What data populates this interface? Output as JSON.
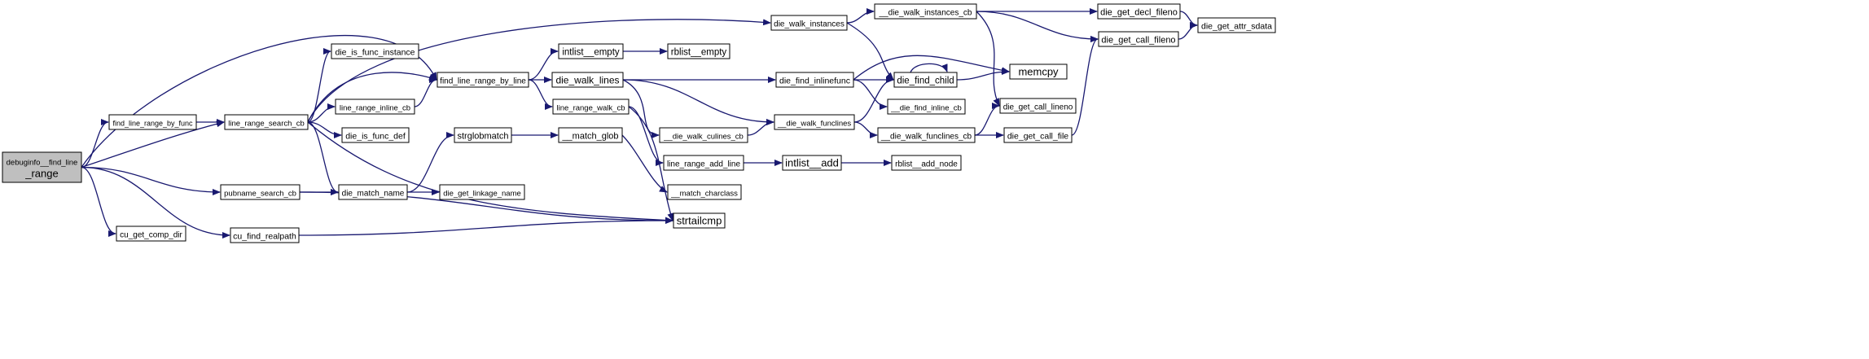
{
  "diagram": {
    "title": "",
    "colors": {
      "edge": "#191970",
      "root_fill": "#bfbfbf",
      "node_fill": "#ffffff",
      "border": "#000000"
    },
    "nodes": [
      {
        "id": "root",
        "lines": [
          "debuginfo__find_line",
          "_range"
        ]
      },
      {
        "id": "find_line_range_by_func",
        "lines": [
          "find_line_range_by_func"
        ]
      },
      {
        "id": "line_range_search_cb",
        "lines": [
          "line_range_search_cb"
        ]
      },
      {
        "id": "pubname_search_cb",
        "lines": [
          "pubname_search_cb"
        ]
      },
      {
        "id": "cu_get_comp_dir",
        "lines": [
          "cu_get_comp_dir"
        ]
      },
      {
        "id": "cu_find_realpath",
        "lines": [
          "cu_find_realpath"
        ]
      },
      {
        "id": "die_is_func_instance",
        "lines": [
          "die_is_func_instance"
        ]
      },
      {
        "id": "line_range_inline_cb",
        "lines": [
          "line_range_inline_cb"
        ]
      },
      {
        "id": "die_is_func_def",
        "lines": [
          "die_is_func_def"
        ]
      },
      {
        "id": "die_match_name",
        "lines": [
          "die_match_name"
        ]
      },
      {
        "id": "find_line_range_by_line",
        "lines": [
          "find_line_range_by_line"
        ]
      },
      {
        "id": "strglobmatch",
        "lines": [
          "strglobmatch"
        ]
      },
      {
        "id": "die_get_linkage_name",
        "lines": [
          "die_get_linkage_name"
        ]
      },
      {
        "id": "intlist__empty",
        "lines": [
          "intlist__empty"
        ]
      },
      {
        "id": "die_walk_lines",
        "lines": [
          "die_walk_lines"
        ]
      },
      {
        "id": "line_range_walk_cb",
        "lines": [
          "line_range_walk_cb"
        ]
      },
      {
        "id": "__match_glob",
        "lines": [
          "__match_glob"
        ]
      },
      {
        "id": "rblist__empty",
        "lines": [
          "rblist__empty"
        ]
      },
      {
        "id": "__die_walk_culines_cb",
        "lines": [
          "__die_walk_culines_cb"
        ]
      },
      {
        "id": "line_range_add_line",
        "lines": [
          "line_range_add_line"
        ]
      },
      {
        "id": "__match_charclass",
        "lines": [
          "__match_charclass"
        ]
      },
      {
        "id": "strtailcmp",
        "lines": [
          "strtailcmp"
        ]
      },
      {
        "id": "die_walk_instances",
        "lines": [
          "die_walk_instances"
        ]
      },
      {
        "id": "die_find_inlinefunc",
        "lines": [
          "die_find_inlinefunc"
        ]
      },
      {
        "id": "__die_walk_funclines",
        "lines": [
          "__die_walk_funclines"
        ]
      },
      {
        "id": "intlist__add",
        "lines": [
          "intlist__add"
        ]
      },
      {
        "id": "__die_walk_instances_cb",
        "lines": [
          "__die_walk_instances_cb"
        ]
      },
      {
        "id": "die_find_child",
        "lines": [
          "die_find_child"
        ]
      },
      {
        "id": "__die_find_inline_cb",
        "lines": [
          "__die_find_inline_cb"
        ]
      },
      {
        "id": "__die_walk_funclines_cb",
        "lines": [
          "__die_walk_funclines_cb"
        ]
      },
      {
        "id": "rblist__add_node",
        "lines": [
          "rblist__add_node"
        ]
      },
      {
        "id": "die_get_decl_fileno",
        "lines": [
          "die_get_decl_fileno"
        ]
      },
      {
        "id": "die_get_call_fileno",
        "lines": [
          "die_get_call_fileno"
        ]
      },
      {
        "id": "die_get_call_lineno",
        "lines": [
          "die_get_call_lineno"
        ]
      },
      {
        "id": "die_get_call_file",
        "lines": [
          "die_get_call_file"
        ]
      },
      {
        "id": "memcpy",
        "lines": [
          "memcpy"
        ]
      },
      {
        "id": "die_get_attr_sdata",
        "lines": [
          "die_get_attr_sdata"
        ]
      }
    ],
    "edges": [
      {
        "from": "root",
        "to": "find_line_range_by_func"
      },
      {
        "from": "root",
        "to": "line_range_search_cb"
      },
      {
        "from": "root",
        "to": "find_line_range_by_line"
      },
      {
        "from": "root",
        "to": "pubname_search_cb"
      },
      {
        "from": "root",
        "to": "cu_get_comp_dir"
      },
      {
        "from": "root",
        "to": "cu_find_realpath"
      },
      {
        "from": "find_line_range_by_func",
        "to": "line_range_search_cb"
      },
      {
        "from": "line_range_search_cb",
        "to": "die_walk_instances"
      },
      {
        "from": "line_range_search_cb",
        "to": "die_is_func_instance"
      },
      {
        "from": "line_range_search_cb",
        "to": "find_line_range_by_line"
      },
      {
        "from": "line_range_search_cb",
        "to": "line_range_inline_cb"
      },
      {
        "from": "line_range_search_cb",
        "to": "die_is_func_def"
      },
      {
        "from": "line_range_search_cb",
        "to": "die_match_name"
      },
      {
        "from": "line_range_search_cb",
        "to": "strtailcmp"
      },
      {
        "from": "line_range_inline_cb",
        "to": "find_line_range_by_line"
      },
      {
        "from": "pubname_search_cb",
        "to": "die_match_name"
      },
      {
        "from": "pubname_search_cb",
        "to": "strtailcmp"
      },
      {
        "from": "cu_find_realpath",
        "to": "strtailcmp"
      },
      {
        "from": "die_match_name",
        "to": "strglobmatch"
      },
      {
        "from": "die_match_name",
        "to": "die_get_linkage_name"
      },
      {
        "from": "strglobmatch",
        "to": "__match_glob"
      },
      {
        "from": "__match_glob",
        "to": "__match_charclass"
      },
      {
        "from": "find_line_range_by_line",
        "to": "intlist__empty"
      },
      {
        "from": "find_line_range_by_line",
        "to": "die_walk_lines"
      },
      {
        "from": "find_line_range_by_line",
        "to": "line_range_walk_cb"
      },
      {
        "from": "intlist__empty",
        "to": "rblist__empty"
      },
      {
        "from": "die_walk_lines",
        "to": "die_find_inlinefunc"
      },
      {
        "from": "die_walk_lines",
        "to": "__die_walk_culines_cb"
      },
      {
        "from": "die_walk_lines",
        "to": "__die_walk_funclines"
      },
      {
        "from": "line_range_walk_cb",
        "to": "line_range_add_line"
      },
      {
        "from": "line_range_walk_cb",
        "to": "strtailcmp"
      },
      {
        "from": "__die_walk_culines_cb",
        "to": "__die_walk_funclines"
      },
      {
        "from": "line_range_add_line",
        "to": "intlist__add"
      },
      {
        "from": "intlist__add",
        "to": "rblist__add_node"
      },
      {
        "from": "die_walk_instances",
        "to": "__die_walk_instances_cb"
      },
      {
        "from": "die_walk_instances",
        "to": "die_find_child"
      },
      {
        "from": "__die_walk_instances_cb",
        "to": "die_get_decl_fileno"
      },
      {
        "from": "__die_walk_instances_cb",
        "to": "die_get_call_fileno"
      },
      {
        "from": "__die_walk_instances_cb",
        "to": "die_get_call_lineno"
      },
      {
        "from": "die_get_decl_fileno",
        "to": "die_get_attr_sdata"
      },
      {
        "from": "die_get_call_fileno",
        "to": "die_get_attr_sdata"
      },
      {
        "from": "die_find_inlinefunc",
        "to": "die_find_child"
      },
      {
        "from": "die_find_inlinefunc",
        "to": "__die_find_inline_cb"
      },
      {
        "from": "die_find_inlinefunc",
        "to": "memcpy"
      },
      {
        "from": "die_find_child",
        "to": "die_find_child"
      },
      {
        "from": "die_find_child",
        "to": "memcpy"
      },
      {
        "from": "__die_walk_funclines",
        "to": "die_find_child"
      },
      {
        "from": "__die_walk_funclines",
        "to": "__die_walk_funclines_cb"
      },
      {
        "from": "__die_walk_funclines_cb",
        "to": "die_get_call_lineno"
      },
      {
        "from": "__die_walk_funclines_cb",
        "to": "die_get_call_file"
      },
      {
        "from": "die_get_call_file",
        "to": "die_get_call_fileno"
      }
    ]
  }
}
